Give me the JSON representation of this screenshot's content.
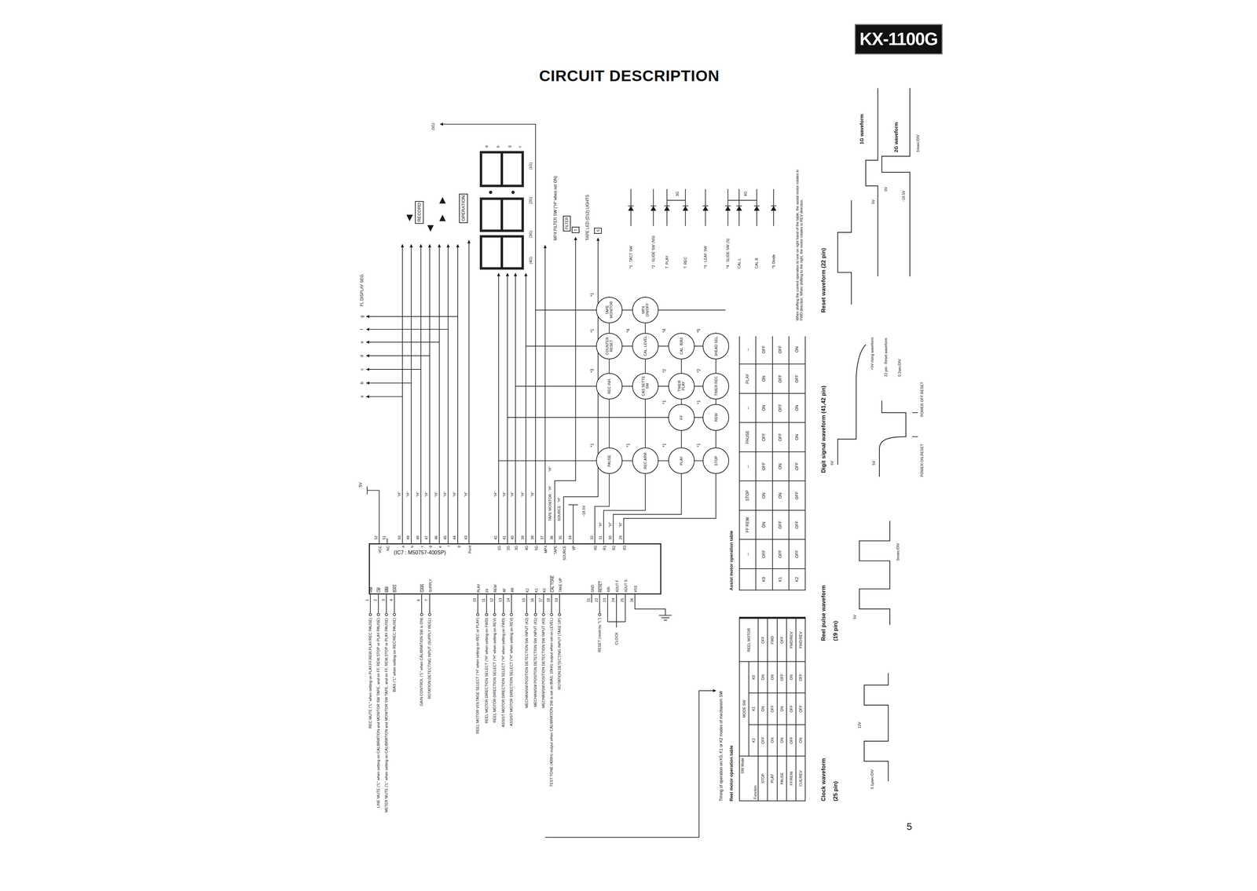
{
  "diagram": {
    "title": "CIRCUIT DESCRIPTION",
    "nodes": [
      {
        "text": [
          "KX-1100G"
        ]
      },
      {
        "text": [
          "RECORD"
        ]
      },
      {
        "text": [
          "OPERATION"
        ]
      },
      {
        "text": [
          "FILTER"
        ]
      },
      {
        "text": [
          "T"
        ]
      },
      {
        "text": [
          "S"
        ]
      },
      {
        "text": [
          "PAUSE"
        ]
      },
      {
        "text": [
          "REC ARM"
        ]
      },
      {
        "text": [
          "PLAY"
        ]
      },
      {
        "text": [
          "STOP"
        ]
      },
      {
        "text": [
          "FF"
        ]
      },
      {
        "text": [
          "REW"
        ]
      },
      {
        "text": [
          "REC INH."
        ]
      },
      {
        "text": [
          "CAS SETTE SW"
        ]
      },
      {
        "text": [
          "TIMER PLAY"
        ]
      },
      {
        "text": [
          "TIMER REC"
        ]
      },
      {
        "text": [
          "COUNTER RESET"
        ]
      },
      {
        "text": [
          "CAL. LEVEL"
        ]
      },
      {
        "text": [
          "CAL. BIAS"
        ]
      },
      {
        "text": [
          "3HEAD SEL."
        ]
      },
      {
        "text": [
          "TAPE MONITOR"
        ]
      },
      {
        "text": [
          "MPX ON/OFF"
        ]
      },
      {
        "text": [
          "(IC7 : M50757-400SP)",
          "VCC",
          "NC",
          "a",
          "b",
          "c",
          "d",
          "e",
          "f",
          "g",
          "Point",
          "1G",
          "2G",
          "3G",
          "4G",
          "5G",
          "MPX",
          "TAPE",
          "SOURCE",
          "VP",
          "R0",
          "R1",
          "R2",
          "R3",
          "RM",
          "LM",
          "MM",
          "BIAS",
          "GAIN",
          "SUPPLY",
          "PLAY",
          "FF",
          "REW",
          "AF",
          "AR",
          "K2",
          "K1",
          "K0",
          "CAL TONE",
          "TAKE UP",
          "GND",
          "RESET",
          "XIN",
          "XOUT F",
          "XOUT S",
          "VSS"
        ]
      }
    ],
    "labels": [
      "FL DISPLAY SEG.",
      "a",
      "b",
      "c",
      "d",
      "e",
      "f",
      "g",
      "5V",
      "52",
      "51",
      "50",
      "49",
      "48",
      "47",
      "46",
      "45",
      "44",
      "43",
      "42",
      "41",
      "40",
      "39",
      "38",
      "37",
      "36",
      "35",
      "34",
      "32",
      "31",
      "30",
      "29",
      "\"H\"",
      "\"H\"",
      "\"H\"",
      "\"H\"",
      "\"H\"",
      "\"H\"",
      "\"H\"",
      "\"H\"",
      "\"H\"",
      "\"H\"",
      "\"H\"",
      "\"H\"",
      "\"H\"",
      "TAPE MONITOR : \"H\"",
      "SOURCE : \"H\"",
      "\"H\"",
      "−18.5V",
      "\"H\"",
      "\"H\"",
      "\"H\"",
      "1",
      "2",
      "3",
      "4",
      "6",
      "7",
      "10",
      "11",
      "12",
      "13",
      "14",
      "15",
      "16",
      "17",
      "18",
      "19",
      "21",
      "22",
      "23",
      "24",
      "25",
      "26",
      "REC MUTE (\"L\" when setting on PLAY,FF,REW,PLAY/REC PAUSE)",
      "LINE MUTE (\"L\" when setting on CALIBRATION and MONITOR SW TAPE, and on FF, REW,STOP or PLAY PAUSE)",
      "METER MUTE (\"L\" when setting on CALIBRATION and MONITOR SW TAPE, and on FF, REW,STOP or PLAY PAUSE)",
      "BIAS (\"L\" when setting on REC/REC PAUSE)",
      "GAIN CONTROL (\"L\" when CALIBRATION SW is ON)",
      "ROTATION DETECTING INPUT (SUPPLY REEL)",
      "REEL MOTOR VOLTAGE SELECT (\"H\" when setting on REC or PLAY)",
      "REEL MOTOR DIRECTION SELECT (\"H\" when setting on FWD)",
      "REEL MOTOR DIRECTION SELECT (\"H\" when setting on REV)",
      "ASSIST MOTOR DIRECTION SELECT (\"H\" when setting on FWD)",
      "ASSIST MOTOR DIRECTION SELECT (\"H\" when setting on REV)",
      "MECHANISM POSITION DETECTION SW INPUT (K2)",
      "MECHANISM POSITON DETECTION SW INPUT (K1)",
      "MECHANISM POSITION DETECTION SW INPUT (K0)",
      "TEST TONE (400Hz output when CALIBRATION SW is set on BIAS, 10kHz output when set on LEVEL)",
      "ROTATION DETECTING INPUT (TAKE UP)",
      "RESET (reset by \"L\")",
      "CLOCK",
      "(5G)",
      "(1G)",
      "(2G)",
      "(3G)",
      "(4G)",
      "b",
      "d",
      "g",
      "c",
      "MPX FILTER SW (\"H\" when set ON)",
      "TAPE LED (D12) LIGHTS",
      "*1",
      "*1",
      "*1",
      "*1",
      "*1",
      "*1",
      "*3",
      "*2",
      "*2",
      "*1",
      "*4",
      "*4",
      "*5",
      "*1",
      "*1 : TACT SW",
      "*2 : SLIDE SW (NS)",
      "T. PLAY",
      "3G",
      "T. REC",
      "*3 : LEAF SW",
      "*4 : SLIDE SW (S)",
      "CAL.L",
      "4G",
      "CAL.B",
      "*5 Diode",
      "When shifting the current operation to one on right hand of the table, the assist motor rotates in FWD direction. When shifting to the right, the motor rotates in REV direction.",
      "Timing of operation on K0, K1 or K2 modes of mechanism SW",
      "Reel motor operation table",
      "Assist motor operation table",
      "↔",
      "FF REW",
      "STOP",
      "↔",
      "PAUSE",
      "↔",
      "PLAY",
      "↔",
      "K0",
      "OFF",
      "ON",
      "ON",
      "OFF",
      "OFF",
      "ON",
      "ON",
      "OFF",
      "K1",
      "OFF",
      "OFF",
      "ON",
      "ON",
      "OFF",
      "OFF",
      "OFF",
      "OFF",
      "K2",
      "OFF",
      "OFF",
      "OFF",
      "OFF",
      "ON",
      "ON",
      "OFF",
      "ON",
      "SW Mode",
      "Function",
      "MODE SW",
      "REEL MOTOR",
      "K2",
      "K1",
      "K0",
      "STOP",
      "OFF",
      "ON",
      "ON",
      "OFF",
      "PLAY",
      "ON",
      "OFF",
      "ON",
      "FWD",
      "PAUSE",
      "ON",
      "ON",
      "OFF",
      "OFF",
      "FF/REW",
      "OFF",
      "OFF",
      "ON",
      "FWD/REV",
      "CUE/REV",
      "ON",
      "OFF",
      "OFF",
      "FWD/REV",
      "Clock waveform",
      "(25 pin)",
      "12V",
      "0.1μsec/DIV",
      "Reel pulse waveform",
      "(19 pin)",
      "5V",
      "5msec/DIV",
      "Digit signal waveform (41,42 pin)",
      "5V",
      "5V",
      "+5V rising waveform",
      "22 pin : Reset waveform",
      "0.2sec/DIV",
      "POWER ON RESET",
      "POWER OFF RESET",
      "Reset waveform (22 pin)",
      "5V",
      "0V",
      "−18.5V",
      "1G waveform",
      "2G waveform",
      "1msec/DIV",
      "5"
    ]
  }
}
